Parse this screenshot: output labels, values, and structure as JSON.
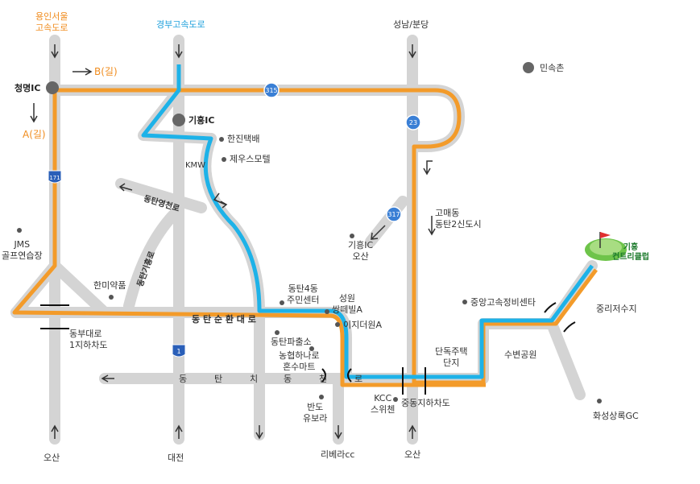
{
  "labels": {
    "yongin_seoul": [
      "용인서울",
      "고속도로"
    ],
    "gyeongbu": "경부고속도로",
    "seongnam": "성남/분당",
    "minsokchon": "민속촌",
    "b_road": "B(길)",
    "a_road": "A(길)",
    "cheongmyeong_ic": "청명IC",
    "giheung_ic": "기흥IC",
    "hanjin": "한진택배",
    "jeju_motel": "제우스모텔",
    "kmw": "KMW",
    "dongtan_yeongcheon_ro": "동탄영천로",
    "dongtan_giheung_ro": "동탄기흥로",
    "jms": [
      "JMS",
      "골프연습장"
    ],
    "giheung_ic_osan": [
      "기흥IC",
      "오산"
    ],
    "gomae": [
      "고매동",
      "동탄2신도시"
    ],
    "golf_club": [
      "기흥",
      "컨트리클럽"
    ],
    "jungang_service": "중앙고속정비센타",
    "jungri_reservoir": "중리저수지",
    "hanmi": "한미약품",
    "dongtan4": [
      "동탄4동",
      "주민센터"
    ],
    "seongwon": [
      "성원",
      "쌍떼빌A"
    ],
    "ijidwon": "이지더원A",
    "dongtan_police": "동탄파출소",
    "nonghyup": [
      "농협하나로",
      "혼수마트"
    ],
    "dongbu_underpass": [
      "동부대로",
      "1지하차도"
    ],
    "dongtan_sunhwan": "동 탄 순 환 대 로",
    "dongtan_chiro": [
      "동",
      "탄",
      "치",
      "동",
      "천",
      "로"
    ],
    "dandok": [
      "단독주택",
      "단지"
    ],
    "subyeon_park": "수변공원",
    "kcc": [
      "KCC",
      "스위첸"
    ],
    "jungdong_underpass": "중동지하차도",
    "bando": [
      "반도",
      "유보라"
    ],
    "hwaseong_gc": "화성상록GC",
    "osan_left": "오산",
    "daejeon": "대전",
    "rivera": "리베라cc",
    "osan_right": "오산"
  },
  "shields": {
    "r315": "315",
    "r23": "23",
    "r317": "317",
    "r171": "171",
    "r1": "1"
  },
  "colors": {
    "route_a": "#f39b2a",
    "route_b": "#1db2e8",
    "road": "#d4d4d4",
    "shield_blue": "#3a7fd5",
    "dot": "#555555"
  }
}
